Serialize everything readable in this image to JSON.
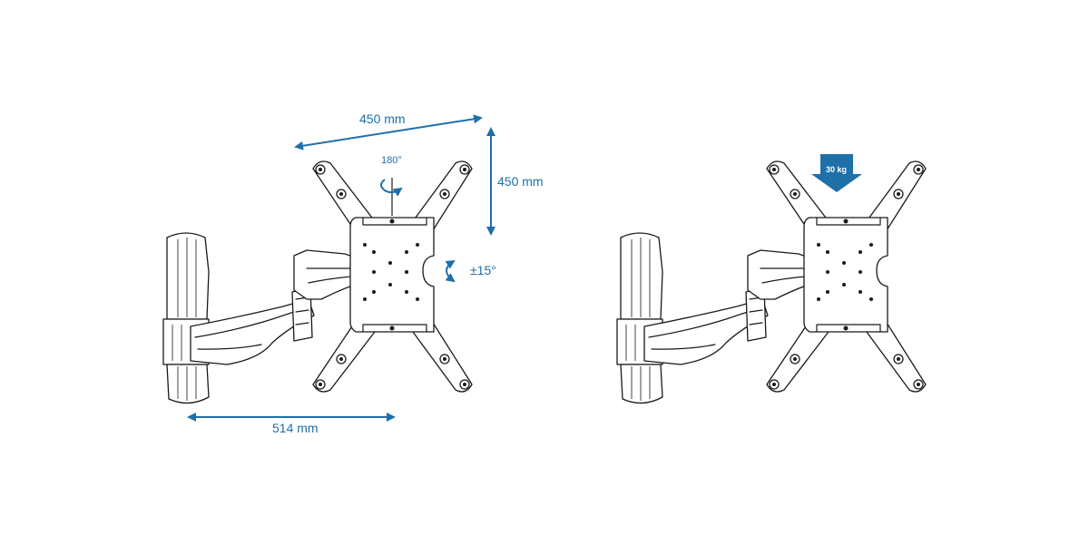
{
  "figure_left": {
    "dimensions": {
      "vesa_width": "450 mm",
      "vesa_height": "450 mm",
      "extension": "514 mm"
    },
    "rotation_label": "180°",
    "tilt_label": "±15°"
  },
  "figure_right": {
    "load_label": "30 kg"
  },
  "colors": {
    "accent": "#1f6fa8",
    "line": "#1a1a1a"
  }
}
